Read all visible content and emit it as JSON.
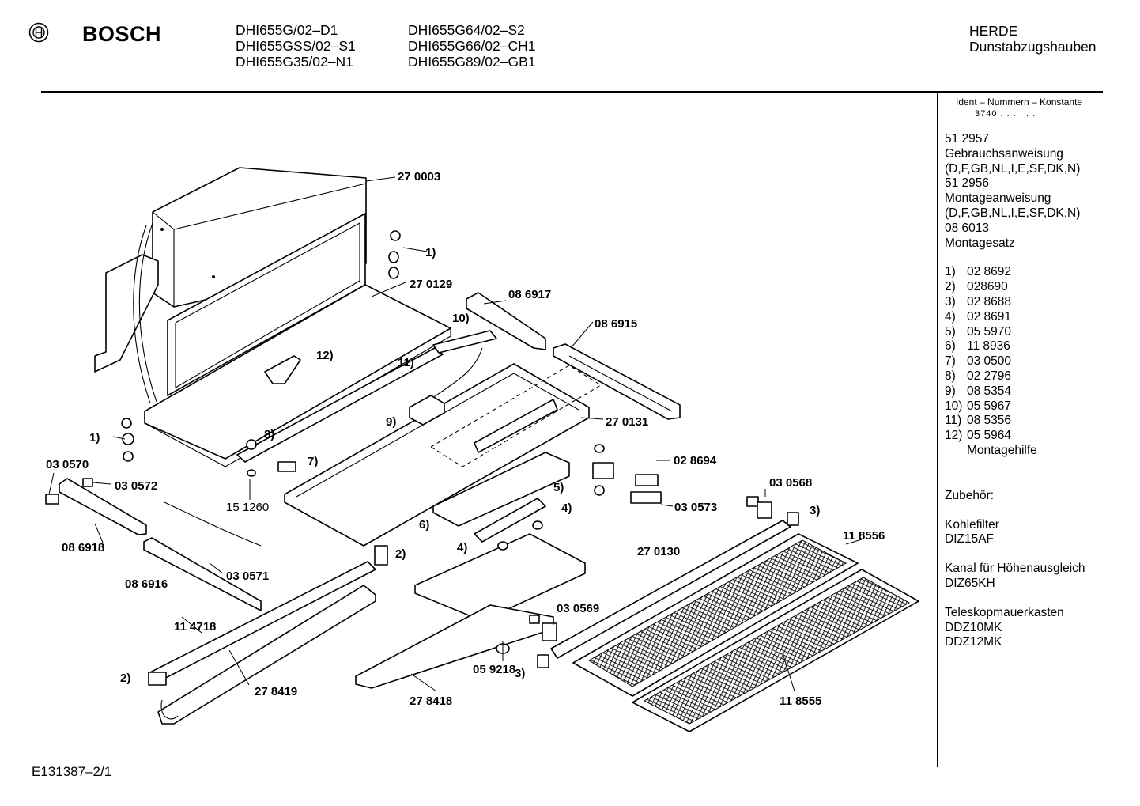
{
  "header": {
    "brand": "BOSCH",
    "models_col1": [
      "DHI655G/02–D1",
      "DHI655GSS/02–S1",
      "DHI655G35/02–N1"
    ],
    "models_col2": [
      "DHI655G64/02–S2",
      "DHI655G66/02–CH1",
      "DHI655G89/02–GB1"
    ],
    "category_line1": "HERDE",
    "category_line2": "Dunstabzugshauben"
  },
  "sidebar": {
    "ident_heading": "Ident – Nummern – Konstante",
    "ident_value": "3740 . . . . . .",
    "documents": [
      {
        "number": "51 2957",
        "title": "Gebrauchsanweisung",
        "langs": "(D,F,GB,NL,I,E,SF,DK,N)"
      },
      {
        "number": "51 2956",
        "title": "Montageanweisung",
        "langs": "(D,F,GB,NL,I,E,SF,DK,N)"
      },
      {
        "number": "08 6013",
        "title": "Montagesatz",
        "langs": ""
      }
    ],
    "parts": [
      {
        "key": "1)",
        "number": "02 8692"
      },
      {
        "key": "2)",
        "number": "028690"
      },
      {
        "key": "3)",
        "number": "02 8688"
      },
      {
        "key": "4)",
        "number": "02 8691"
      },
      {
        "key": "5)",
        "number": "05 5970"
      },
      {
        "key": "6)",
        "number": "11 8936"
      },
      {
        "key": "7)",
        "number": "03 0500"
      },
      {
        "key": "8)",
        "number": "02 2796"
      },
      {
        "key": "9)",
        "number": "08 5354"
      },
      {
        "key": "10)",
        "number": "05 5967"
      },
      {
        "key": "11)",
        "number": "08 5356"
      },
      {
        "key": "12)",
        "number": "05 5964"
      }
    ],
    "parts_note": "Montagehilfe",
    "accessories_heading": "Zubehör:",
    "accessories": [
      {
        "name": "Kohlefilter",
        "codes": [
          "DIZ15AF"
        ]
      },
      {
        "name": "Kanal für Höhenausgleich",
        "codes": [
          "DIZ65KH"
        ]
      },
      {
        "name": "Teleskopmauerkasten",
        "codes": [
          "DDZ10MK",
          "DDZ12MK"
        ]
      }
    ]
  },
  "diagram": {
    "callouts": {
      "p270003": "27 0003",
      "p270129": "27 0129",
      "p086917": "08 6917",
      "p086915": "08 6915",
      "p270131": "27 0131",
      "p028694": "02 8694",
      "p030573": "03 0573",
      "p030568": "03 0568",
      "p118556": "11 8556",
      "p270130": "27 0130",
      "p030569": "03 0569",
      "p059218": "05 9218",
      "p278418": "27 8418",
      "p118555": "11 8555",
      "p278419": "27 8419",
      "p114718": "11 4718",
      "p086916": "08 6916",
      "p030571": "03 0571",
      "p086918": "08 6918",
      "p030570": "03 0570",
      "p030572": "03 0572",
      "p151260": "15 1260"
    },
    "keys": {
      "k1a": "1)",
      "k1b": "1)",
      "k2a": "2)",
      "k2b": "2)",
      "k3a": "3)",
      "k3b": "3)",
      "k4a": "4)",
      "k4b": "4)",
      "k5": "5)",
      "k6": "6)",
      "k7": "7)",
      "k8": "8)",
      "k9": "9)",
      "k10": "10)",
      "k11": "11)",
      "k12": "12)"
    }
  },
  "footer": {
    "drawing_id": "E131387–2/1"
  }
}
